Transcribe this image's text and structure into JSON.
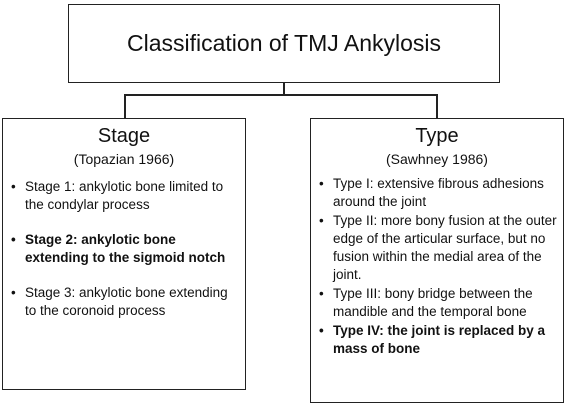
{
  "title": "Classification of TMJ Ankylosis",
  "left": {
    "heading": "Stage",
    "source": "(Topazian 1966)",
    "items": [
      {
        "text": "Stage 1: ankylotic bone limited to the condylar process",
        "bold": false
      },
      {
        "text": "Stage 2: ankylotic bone extending to the sigmoid notch",
        "bold": true
      },
      {
        "text": "Stage 3: ankylotic bone extending to the coronoid process",
        "bold": false
      }
    ]
  },
  "right": {
    "heading": "Type",
    "source": "(Sawhney 1986)",
    "items": [
      {
        "text": "Type I: extensive fibrous adhesions around the joint",
        "bold": false
      },
      {
        "text": "Type II: more bony fusion at the outer edge of the articular surface, but no fusion within the medial area of the joint.",
        "bold": false
      },
      {
        "text": "Type III: bony bridge between the mandible and the temporal bone",
        "bold": false
      },
      {
        "text": "Type IV: the joint is replaced by a mass of bone",
        "bold": true
      }
    ]
  },
  "bullet": "•"
}
